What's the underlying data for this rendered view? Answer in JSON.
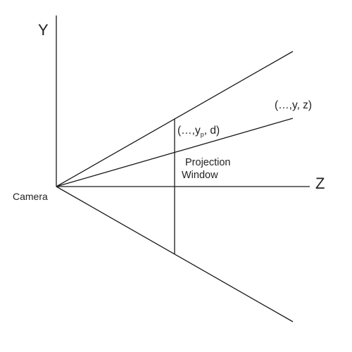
{
  "labels": {
    "y_axis": "Y",
    "z_axis": "Z",
    "camera": "Camera",
    "point_world": "(…,y, z)",
    "point_projected_prefix": "(…,y",
    "point_projected_subscript": "p",
    "point_projected_suffix": ", d)",
    "projection_window_line1": "Projection",
    "projection_window_line2": "Window"
  }
}
